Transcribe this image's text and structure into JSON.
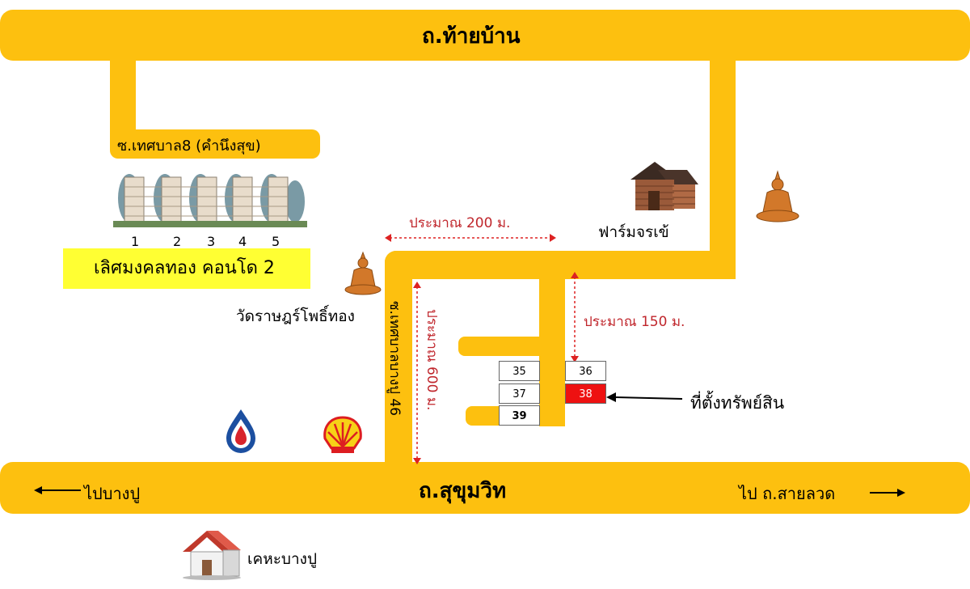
{
  "roads": {
    "top_road": "ถ.ท้ายบ้าน",
    "bottom_road": "ถ.สุขุมวิท",
    "soi_condo": "ซ.เทศบาล8 (คำนึงสุข)",
    "soi_vertical": "ซ.เทศบาลบางปู 46"
  },
  "directions": {
    "left": "ไปบางปู",
    "right": "ไป ถ.สายลวด"
  },
  "distances": {
    "horizontal": "ประมาณ 200 ม.",
    "vertical_soi": "ประมาณ 600 ม.",
    "to_property": "ประมาณ 150 ม."
  },
  "landmarks": {
    "farm": "ฟาร์มจรเข้",
    "temple": "วัดราษฎร์โพธิ์ทอง",
    "condo": "เลิศมงคลทอง คอนโด 2",
    "house": "เคหะบางปู",
    "property": "ที่ตั้งทรัพย์สิน"
  },
  "condo_buildings": [
    "1",
    "2",
    "3",
    "4",
    "5"
  ],
  "plots": {
    "p35": "35",
    "p36": "36",
    "p37": "37",
    "p38": "38",
    "p39": "39"
  },
  "colors": {
    "road": "#fdc00f",
    "condo_banner": "#ffff33",
    "target_plot": "#ee1111",
    "distance_text": "#c0262c"
  },
  "icons": [
    "buddha-statue-icon",
    "farm-house-icon",
    "condo-building-icon",
    "ptt-logo-icon",
    "shell-logo-icon",
    "house-icon",
    "arrow-left-icon",
    "arrow-right-icon"
  ]
}
